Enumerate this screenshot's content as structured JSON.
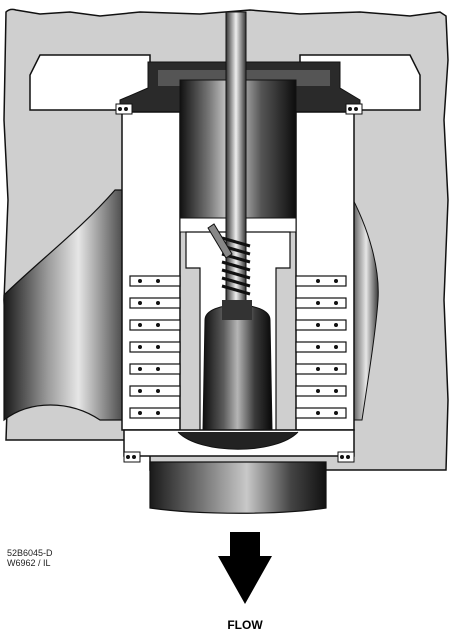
{
  "figure": {
    "drawing_codes": [
      "52B6045-D",
      "W6962 / IL"
    ],
    "flow_label": "FLOW",
    "flow_direction": "down",
    "colors": {
      "body_gray": "#cfcfcf",
      "outline": "#111111",
      "part_white": "#ffffff",
      "dark_steel": "#2a2a2a",
      "arrow": "#000000"
    }
  }
}
